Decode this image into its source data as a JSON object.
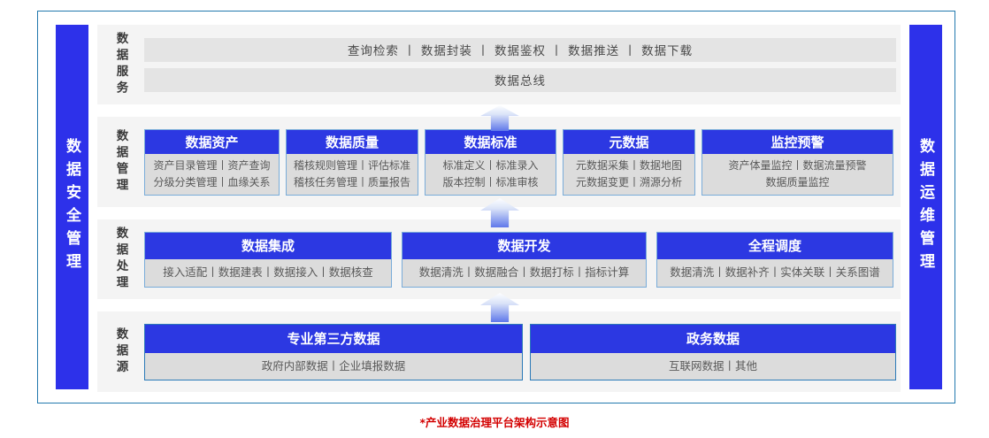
{
  "caption": "*产业数据治理平台架构示意图",
  "pillars": {
    "left": "数据安全管理",
    "right": "数据运维管理"
  },
  "colors": {
    "pillar_blue": "#2d31ea",
    "header_blue": "#2c38e2",
    "frame_border": "#2279ae",
    "row_background": "#f4f4f4",
    "card_body_gray": "#dcdcdc",
    "caption_red": "#d30000"
  },
  "layers": {
    "services": {
      "label": "数据服务",
      "bars": [
        "查询检索 丨 数据封装 丨 数据鉴权 丨 数据推送 丨 数据下载",
        "数据总线"
      ]
    },
    "management": {
      "label": "数据管理",
      "cards": [
        {
          "title": "数据资产",
          "line1": "资产目录管理丨资产查询",
          "line2": "分级分类管理丨血缘关系"
        },
        {
          "title": "数据质量",
          "line1": "稽核规则管理丨评估标准",
          "line2": "稽核任务管理丨质量报告"
        },
        {
          "title": "数据标准",
          "line1": "标准定义丨标准录入",
          "line2": "版本控制丨标准审核"
        },
        {
          "title": "元数据",
          "line1": "元数据采集丨数据地图",
          "line2": "元数据变更丨溯源分析"
        },
        {
          "title": "监控预警",
          "line1": "资产体量监控丨数据流量预警",
          "line2": "数据质量监控"
        }
      ]
    },
    "processing": {
      "label": "数据处理",
      "cards": [
        {
          "title": "数据集成",
          "line1": "接入适配丨数据建表丨数据接入丨数据核查"
        },
        {
          "title": "数据开发",
          "line1": "数据清洗丨数据融合丨数据打标丨指标计算"
        },
        {
          "title": "全程调度",
          "line1": "数据清洗丨数据补齐丨实体关联丨关系图谱"
        }
      ]
    },
    "sources": {
      "label": "数据源",
      "cards": [
        {
          "title": "专业第三方数据",
          "line1": "政府内部数据丨企业填报数据"
        },
        {
          "title": "政务数据",
          "line1": "互联网数据丨其他"
        }
      ]
    }
  }
}
